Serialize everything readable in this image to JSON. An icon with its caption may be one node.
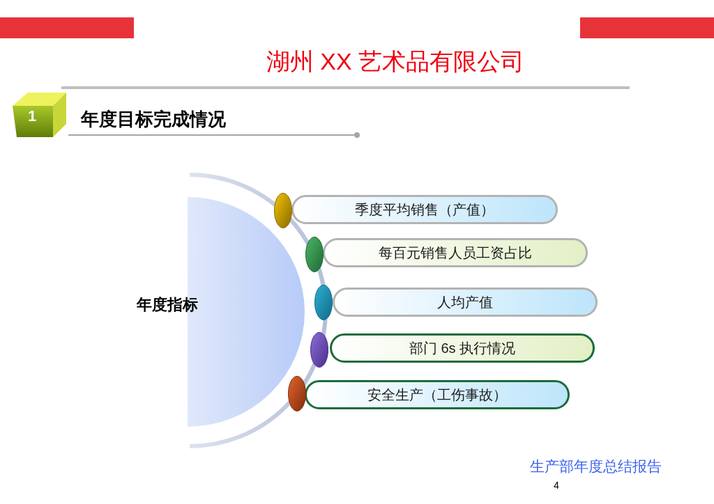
{
  "diagram": {
    "title": "湖州 XX 艺术品有限公司",
    "nodes": [
      {
        "text": [
          "1"
        ],
        "beside": [
          "年度目标完成情况"
        ]
      },
      {
        "text": [
          "年度指标"
        ]
      },
      {
        "text": [
          "季度平均销售（产值）"
        ]
      },
      {
        "text": [
          "每百元销售人员工资占比"
        ]
      },
      {
        "text": [
          "人均产值"
        ]
      },
      {
        "text": [
          "部门 6s 执行情况"
        ]
      },
      {
        "text": [
          "安全生产（工伤事故）"
        ]
      }
    ],
    "labels": [
      "生产部年度总结报告",
      "4"
    ]
  }
}
